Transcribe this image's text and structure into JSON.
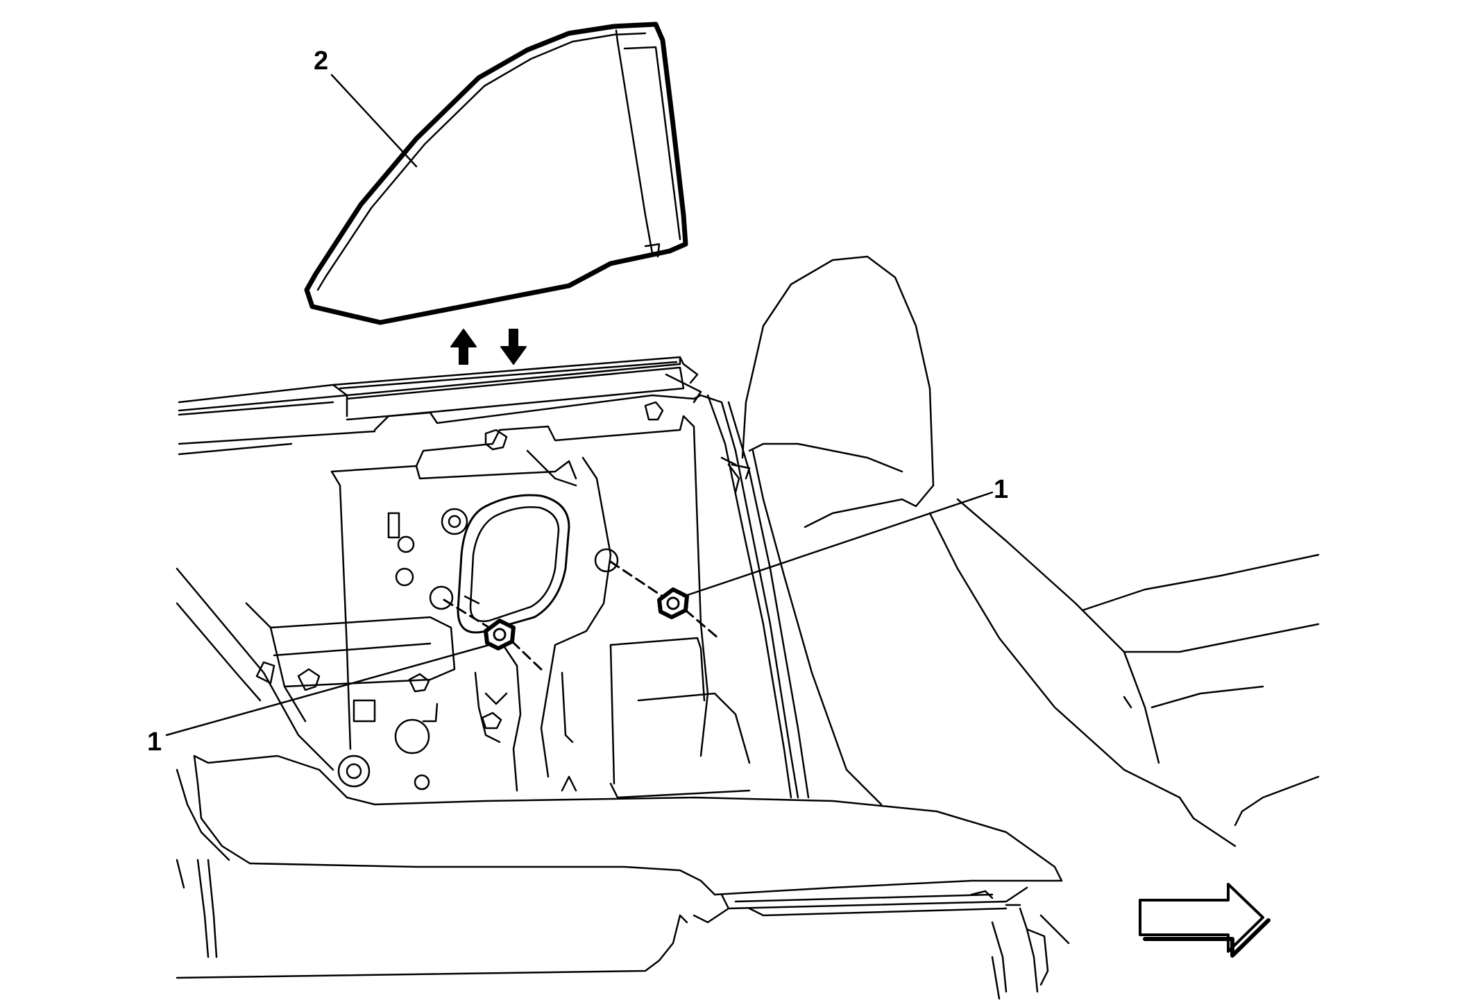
{
  "callouts": {
    "glass": "2",
    "nut_upper": "1",
    "nut_lower": "1"
  },
  "arrows": {
    "up_icon": "arrow-up-icon",
    "down_icon": "arrow-down-icon",
    "direction_icon": "front-direction-arrow-icon"
  },
  "colors": {
    "line": "#000000",
    "background": "#ffffff"
  }
}
